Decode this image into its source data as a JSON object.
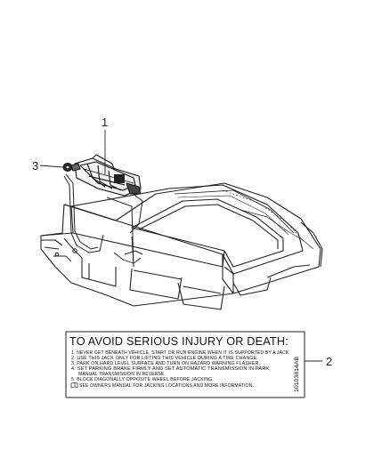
{
  "callouts": {
    "jack": "1",
    "label": "2",
    "handle": "3"
  },
  "warning_label": {
    "title": "TO AVOID SERIOUS INJURY OR DEATH:",
    "lines": [
      "1. NEVER GET BENEATH VEHICLE, START OR RUN ENGINE WHEN IT IS SUPPORTED BY A JACK.",
      "2. USE THIS JACK ONLY FOR LIFTING THIS VEHICLE DURING A TIRE CHANGE.",
      "3. PARK ON HARD LEVEL SURFACE AND TURN ON HAZARD WARNING FLASHER.",
      "4. SET PARKING BRAKE FIRMLY AND SET AUTOMATIC TRANSMISSION IN PARK,",
      "MANUAL TRANSMISSION IN REVERSE.",
      "5. BLOCK DIAGONALLY OPPOSITE WHEEL BEFORE JACKING.",
      "SEE OWNERS MANUAL FOR JACKING LOCATIONS AND MORE INFORMATION."
    ],
    "part_number": "10103814AB"
  }
}
